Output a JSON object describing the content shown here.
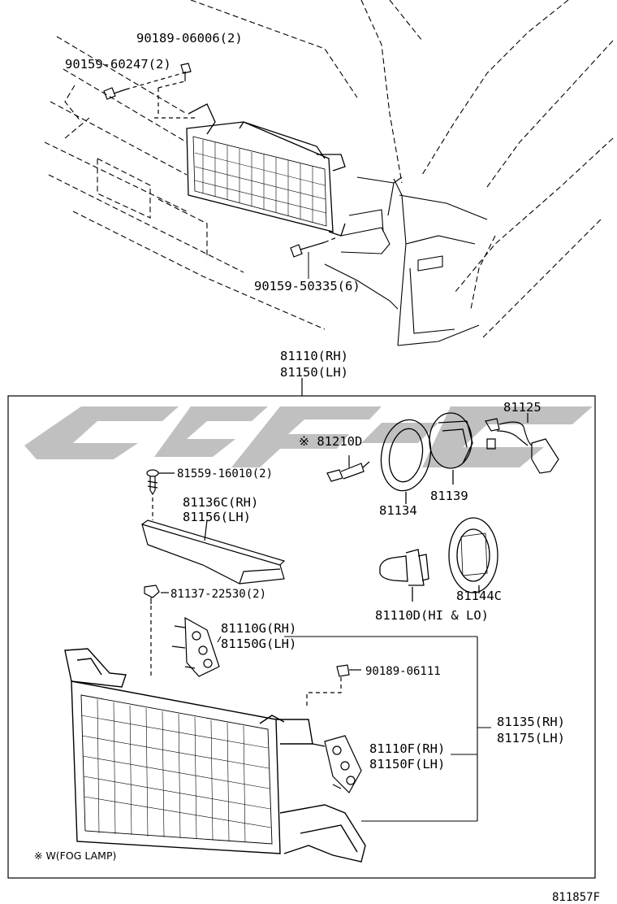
{
  "diagram_id": "811857F",
  "footnote": "※ W(FOG LAMP)",
  "watermark": {
    "color": "#bdbdbd"
  },
  "labels": {
    "p90189_06006": "90189-06006(2)",
    "p90159_60247": "90159-60247(2)",
    "p90159_50335": "90159-50335(6)",
    "p81110_rh": "81110(RH)",
    "p81150_lh": "81150(LH)",
    "p81125": "81125",
    "p81210d": "※ 81210D",
    "p81559": "81559-16010(2)",
    "p81136c": "81136C(RH)",
    "p81156": "81156(LH)",
    "p81139": "81139",
    "p81134": "81134",
    "p81137": "81137-22530(2)",
    "p81144c": "81144C",
    "p81110d": "81110D(HI & LO)",
    "p81110g": "81110G(RH)",
    "p81150g": "81150G(LH)",
    "p90189_06111": "90189-06111",
    "p81135": "81135(RH)",
    "p81175": "81175(LH)",
    "p81110f": "81110F(RH)",
    "p81150f": "81150F(LH)"
  }
}
